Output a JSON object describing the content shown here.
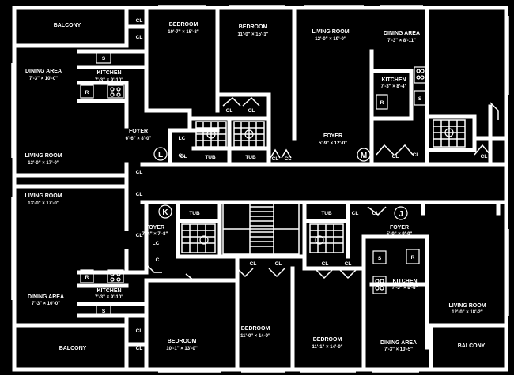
{
  "units": [
    "L",
    "M",
    "K",
    "J"
  ],
  "rooms": [
    {
      "name": "BALCONY",
      "dim": ""
    },
    {
      "name": "BEDROOM",
      "dim": "10'-7\" × 15'-3\""
    },
    {
      "name": "BEDROOM",
      "dim": "11'-0\" × 15'-1\""
    },
    {
      "name": "LIVING ROOM",
      "dim": "12'-0\" × 19'-0\""
    },
    {
      "name": "DINING AREA",
      "dim": "7'-3\" × 8'-11\""
    },
    {
      "name": "DINING AREA",
      "dim": "7'-3\" × 10'-0\""
    },
    {
      "name": "KITCHEN",
      "dim": "7'-3\" × 9'-10\""
    },
    {
      "name": "KITCHEN",
      "dim": "7'-3\" × 8'-4\""
    },
    {
      "name": "FOYER",
      "dim": "6'-6\" × 8'-0\""
    },
    {
      "name": "FOYER",
      "dim": "5'-9\" × 12'-0\""
    },
    {
      "name": "LIVING ROOM",
      "dim": "13'-0\" × 17'-0\""
    },
    {
      "name": "LIVING ROOM",
      "dim": "13'-0\" × 17'-0\""
    },
    {
      "name": "FOYER",
      "dim": "7'-4\" × 7'-8\""
    },
    {
      "name": "FOYER",
      "dim": "5'-0\" × 9'-0\""
    },
    {
      "name": "DINING AREA",
      "dim": "7'-3\" × 10'-0\""
    },
    {
      "name": "KITCHEN",
      "dim": "7'-3\" × 9'-10\""
    },
    {
      "name": "BALCONY",
      "dim": ""
    },
    {
      "name": "BEDROOM",
      "dim": "10'-1\" × 13'-0\""
    },
    {
      "name": "BEDROOM",
      "dim": "11'-0\" × 14-9\""
    },
    {
      "name": "BEDROOM",
      "dim": "11'-1\" × 14'-0\""
    },
    {
      "name": "KITCHEN",
      "dim": "7'-3\" × 8'-8\""
    },
    {
      "name": "LIVING ROOM",
      "dim": "12'-0\" × 18'-2\""
    },
    {
      "name": "DINING AREA",
      "dim": "7'-3\" × 10'-5\""
    },
    {
      "name": "BALCONY",
      "dim": ""
    }
  ],
  "tags": [
    "CL",
    "CL",
    "CL",
    "CL",
    "CL",
    "CL",
    "LC",
    "CL",
    "TUB",
    "TUB",
    "CL",
    "CL",
    "CL",
    "CL",
    "CL",
    "CL",
    "TUB",
    "TUB",
    "CL",
    "CL",
    "LC",
    "CL",
    "CL",
    "CL",
    "CL",
    "CL",
    "CL",
    "LC",
    "CL"
  ],
  "appliances": [
    "S",
    "R",
    "R",
    "S",
    "R",
    "R",
    "S",
    "S",
    "R"
  ]
}
